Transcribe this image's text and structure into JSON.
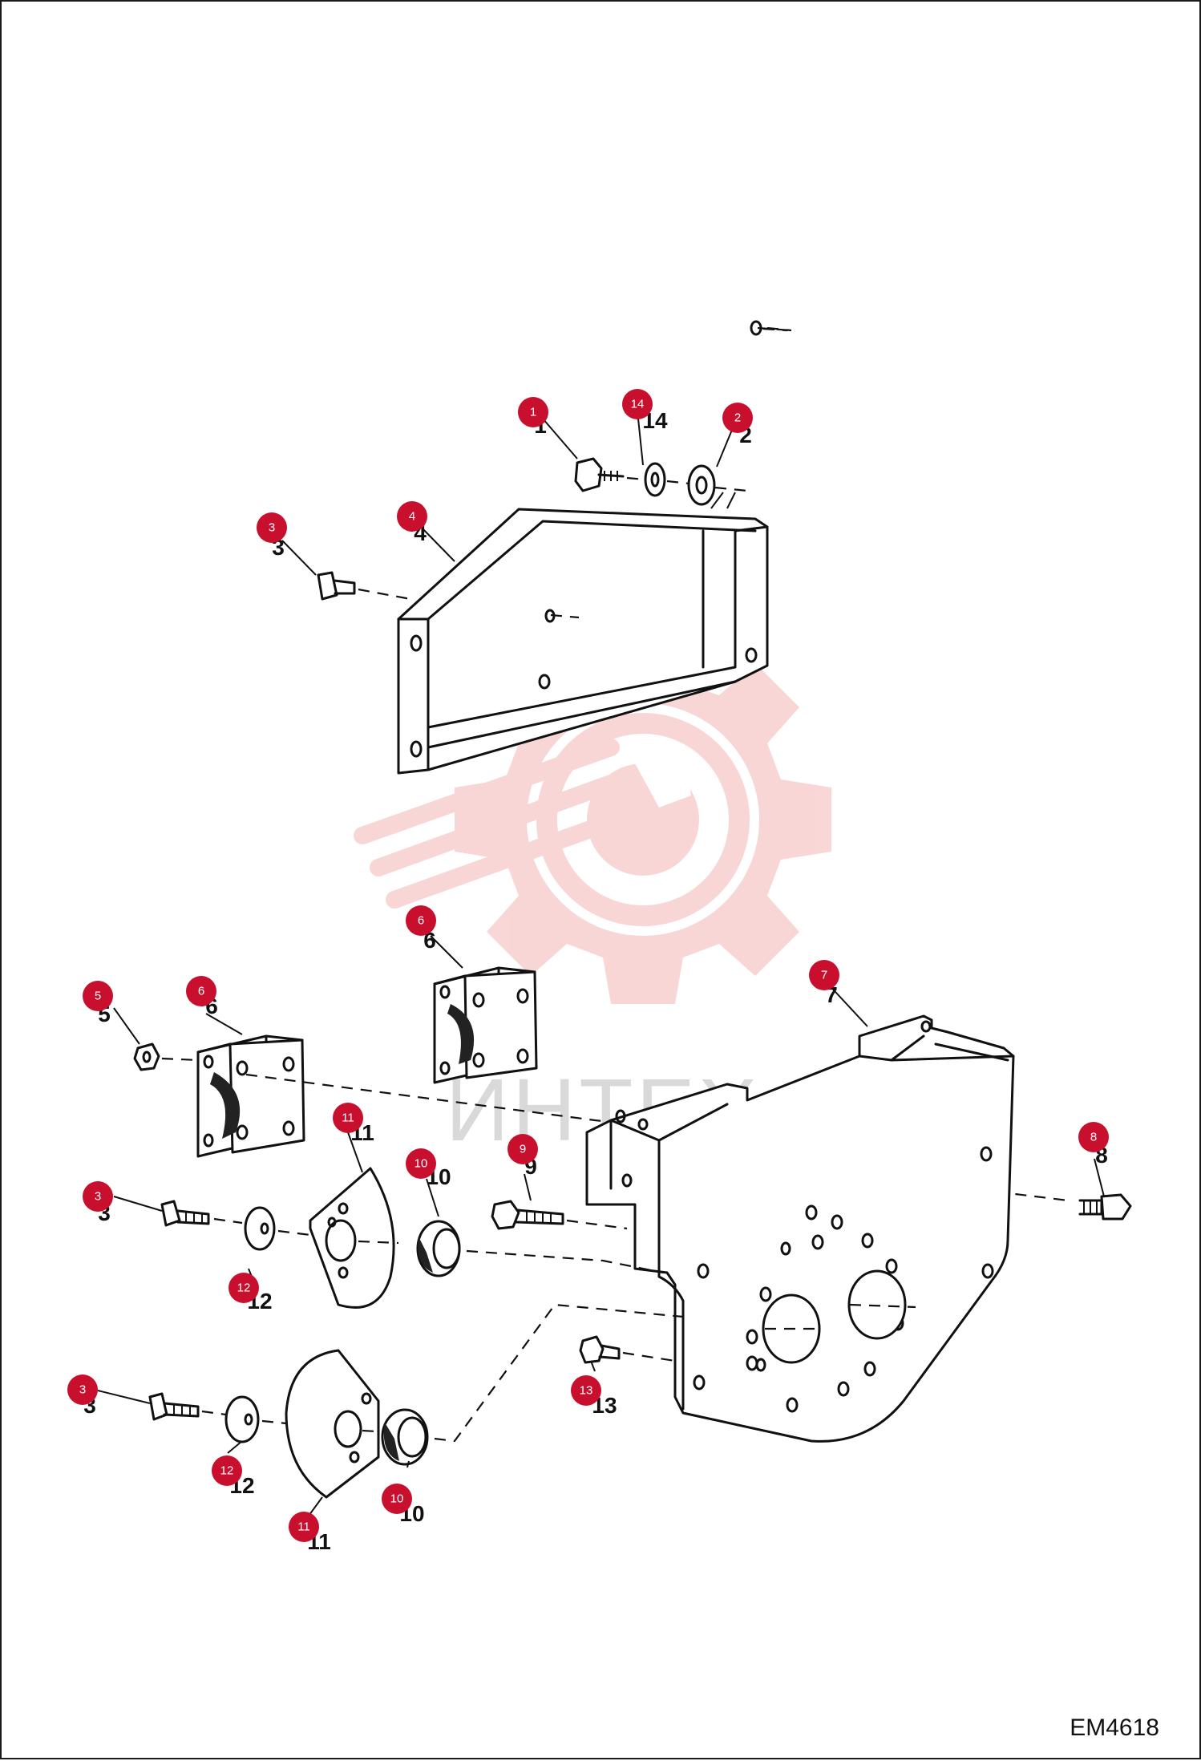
{
  "figure_code": "EM4618",
  "watermark_text": "ИНТЕХ",
  "callouts": [
    {
      "id": "c1",
      "label": "1"
    },
    {
      "id": "c14",
      "label": "14"
    },
    {
      "id": "c2",
      "label": "2"
    },
    {
      "id": "c3a",
      "label": "3"
    },
    {
      "id": "c4",
      "label": "4"
    },
    {
      "id": "c6a",
      "label": "6"
    },
    {
      "id": "c5",
      "label": "5"
    },
    {
      "id": "c6b",
      "label": "6"
    },
    {
      "id": "c7",
      "label": "7"
    },
    {
      "id": "c11a",
      "label": "11"
    },
    {
      "id": "c10a",
      "label": "10"
    },
    {
      "id": "c9",
      "label": "9"
    },
    {
      "id": "c8",
      "label": "8"
    },
    {
      "id": "c3b",
      "label": "3"
    },
    {
      "id": "c12a",
      "label": "12"
    },
    {
      "id": "c13",
      "label": "13"
    },
    {
      "id": "c3c",
      "label": "3"
    },
    {
      "id": "c12b",
      "label": "12"
    },
    {
      "id": "c10b",
      "label": "10"
    },
    {
      "id": "c11b",
      "label": "11"
    }
  ],
  "colors": {
    "callout": "#c8102e",
    "watermark": "#f4b6b6",
    "ink": "#111111"
  }
}
